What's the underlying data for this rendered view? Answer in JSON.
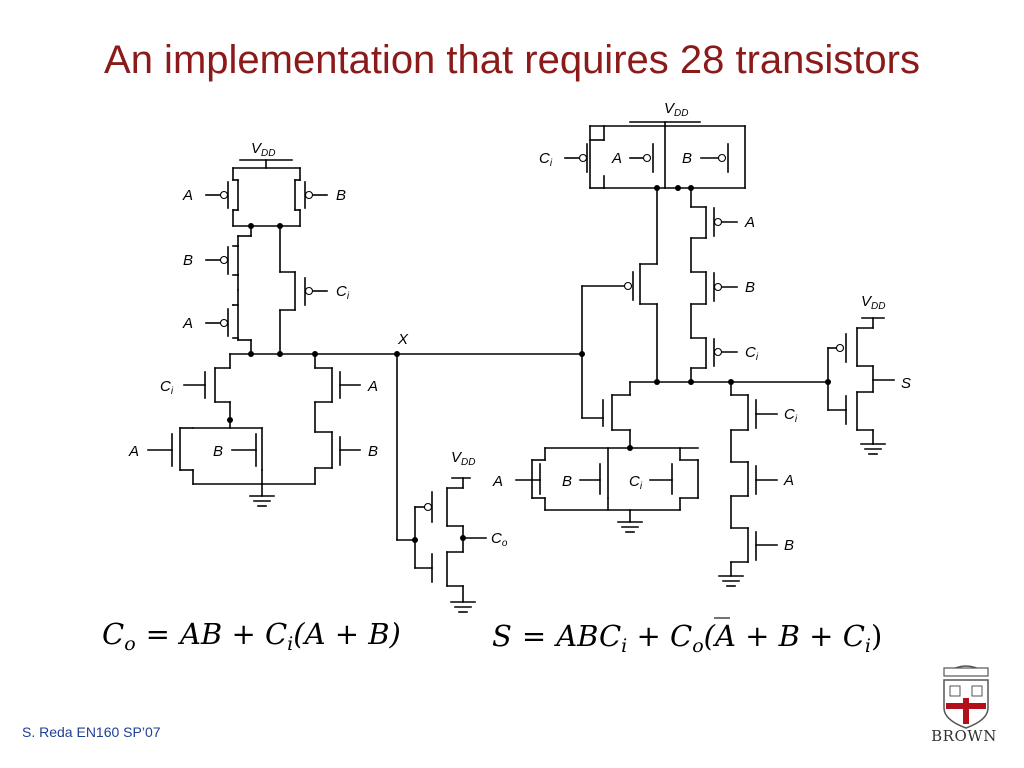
{
  "slide": {
    "title": "An implementation that requires 28 transistors",
    "footer": "S. Reda EN160 SP’07",
    "logo_text": "BROWN"
  },
  "circuit": {
    "labels": {
      "vdd": "V",
      "vdd_sub": "DD",
      "a": "A",
      "b": "B",
      "c": "C",
      "ci_sub": "i",
      "co_sub": "o",
      "x": "X",
      "s": "S"
    }
  },
  "equations": {
    "carry": {
      "lhs": "C",
      "lhs_sub": "o",
      "eq": "=",
      "rhs_prefix": "AB + ",
      "rhs_c": "C",
      "rhs_c_sub": "i",
      "rhs_suffix": "(A + B)"
    },
    "sum": {
      "lhs": "S",
      "eq": "=",
      "t1": "ABC",
      "t1_sub": "i",
      "plus": " + ",
      "t2": "C",
      "t2_sub": "o",
      "rhs_suffix": "(A + B + C",
      "t3_sub": "i",
      "close": ")"
    }
  },
  "colors": {
    "title": "#8b1a1a",
    "footer": "#1e3f96",
    "logo_red": "#b3101b"
  }
}
